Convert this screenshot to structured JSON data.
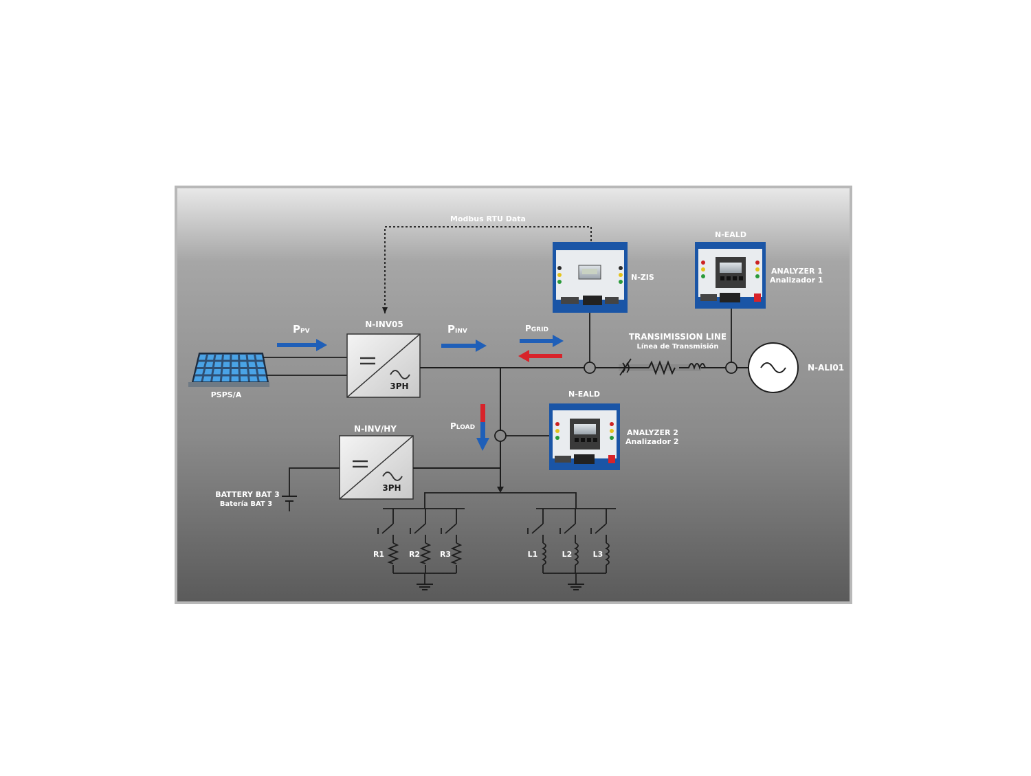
{
  "labels": {
    "modbus": "Modbus RTU Data",
    "pv_panel": "PSPS/A",
    "inverter1": "N-INV05",
    "inverter1_phase": "3PH",
    "inverter2": "N-INV/HY",
    "inverter2_phase": "3PH",
    "zis": "N-ZIS",
    "eald_top": "N-EALD",
    "eald_bottom": "N-EALD",
    "analyzer1": "ANALYZER 1",
    "analyzer1_es": "Analizador 1",
    "analyzer2": "ANALYZER 2",
    "analyzer2_es": "Analizador 2",
    "transmission_line": "TRANSIMISSION LINE",
    "transmission_line_es": "Línea de Transmisión",
    "grid_source": "N-ALI01",
    "battery": "BATTERY BAT 3",
    "battery_es": "Batería BAT 3",
    "p_pv": {
      "main": "P",
      "sub": "PV"
    },
    "p_inv": {
      "main": "P",
      "sub": "INV"
    },
    "p_grid": {
      "main": "P",
      "sub": "GRID"
    },
    "p_load": {
      "main": "P",
      "sub": "LOAD"
    },
    "r1": "R1",
    "r2": "R2",
    "r3": "R3",
    "l1": "L1",
    "l2": "L2",
    "l3": "L3"
  },
  "colors": {
    "flow_blue": "#1f5fb8",
    "flow_red": "#d8232a",
    "module_blue": "#1a55a6",
    "panel_cell": "#4aa3e6"
  }
}
